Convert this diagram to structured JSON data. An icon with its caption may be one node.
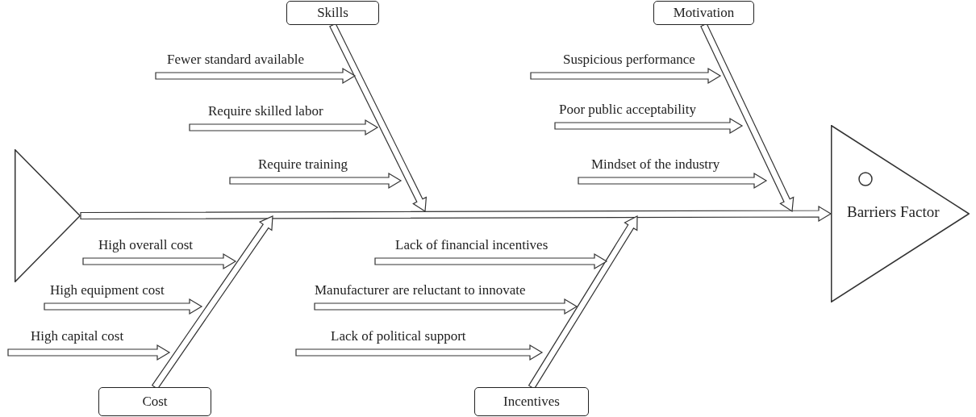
{
  "diagram": {
    "nodes": [
      {
        "text": [
          "Skills"
        ]
      },
      {
        "text": [
          "Motivation"
        ]
      },
      {
        "text": [
          "Fewer standard available"
        ]
      },
      {
        "text": [
          "Require skilled labor"
        ]
      },
      {
        "text": [
          "Require training"
        ]
      },
      {
        "text": [
          "Suspicious performance"
        ]
      },
      {
        "text": [
          "Poor public acceptability"
        ]
      },
      {
        "text": [
          "Mindset of the industry"
        ]
      },
      {
        "text": [],
        "shape": "triangle"
      },
      {
        "text": [
          "Barriers Factor"
        ]
      },
      {
        "text": [
          "High overall cost"
        ]
      },
      {
        "text": [
          "High equipment cost"
        ]
      },
      {
        "text": [
          "High capital cost"
        ]
      },
      {
        "text": [
          "Lack of financial incentives"
        ]
      },
      {
        "text": [
          "Manufacturer are reluctant to innovate"
        ]
      },
      {
        "text": [
          "Lack of political support"
        ]
      },
      {
        "text": [
          "Cost"
        ]
      },
      {
        "text": [
          "Incentives"
        ]
      }
    ],
    "edges": [
      {
        "from": 8,
        "to": 9,
        "arrow": "to"
      },
      {
        "from": 0,
        "to": null,
        "arrow": "to"
      },
      {
        "from": 1,
        "to": null,
        "arrow": "to"
      },
      {
        "from": 16,
        "to": null,
        "arrow": "to"
      },
      {
        "from": 17,
        "to": null,
        "arrow": "to"
      },
      {
        "from": 2,
        "to": null,
        "arrow": "to"
      },
      {
        "from": 3,
        "to": null,
        "arrow": "to"
      },
      {
        "from": 4,
        "to": null,
        "arrow": "to"
      },
      {
        "from": 5,
        "to": null,
        "arrow": "to"
      },
      {
        "from": 6,
        "to": null,
        "arrow": "to"
      },
      {
        "from": 7,
        "to": null,
        "arrow": "to"
      },
      {
        "from": 10,
        "to": null,
        "arrow": "to"
      },
      {
        "from": 11,
        "to": null,
        "arrow": "to"
      },
      {
        "from": 12,
        "to": null,
        "arrow": "to"
      },
      {
        "from": 13,
        "to": null,
        "arrow": "to"
      },
      {
        "from": 14,
        "to": null,
        "arrow": "to"
      },
      {
        "from": 15,
        "to": null,
        "arrow": "to"
      }
    ]
  }
}
